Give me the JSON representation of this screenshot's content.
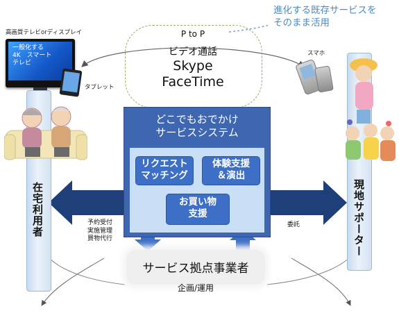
{
  "top_note": {
    "line1": "進化する既存サービスを",
    "line2": "そのまま活用"
  },
  "p2p_label": "P to P",
  "video_call": {
    "line1": "ビデオ通話",
    "line2": "Skype",
    "line3": "FaceTime"
  },
  "tv_caption": "高画質テレビorディスプレイ",
  "tv_screen": {
    "line1": "一般化する",
    "line2": "4K　スマート",
    "line3": "テレビ"
  },
  "tablet_label": "タブレット",
  "phone_label": "スマホ",
  "left_pillar": "在宅利用者",
  "right_pillar": "現地サポーター",
  "system": {
    "title_line1": "どこでもおでかけ",
    "title_line2": "サービスシステム",
    "box1": {
      "line1": "リクエスト",
      "line2": "マッチング"
    },
    "box2": {
      "line1": "体験支援",
      "line2": "＆演出"
    },
    "box3": {
      "line1": "お買い物",
      "line2": "支援"
    }
  },
  "left_arrow_notes": {
    "line1": "予約受付",
    "line2": "実施管理",
    "line3": "買物代行"
  },
  "right_arrow_note": "委託",
  "provider_label": "サービス拠点事業者",
  "planning_label": "企画/運用",
  "colors": {
    "arrow_navy": "#1f3f7a",
    "system_blue": "#3f66b0",
    "pill_blue": "#3d6fc6",
    "light_blue": "#c9dff5"
  }
}
